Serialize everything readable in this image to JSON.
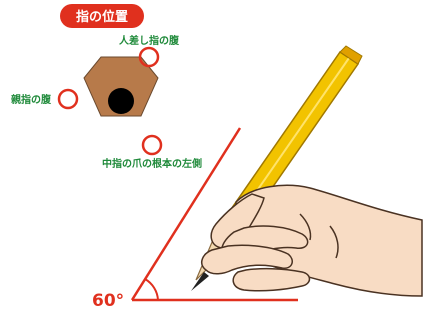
{
  "title": "指の位置",
  "labels": {
    "index_finger_pad": "人差し指の腹",
    "thumb_pad": "親指の腹",
    "middle_finger_nail_base_left": "中指の爪の根本の左側"
  },
  "angle_label": "60°",
  "colors": {
    "title_badge": "#e0301e",
    "label_text": "#1f8a3a",
    "marker_red": "#e0301e",
    "pencil_section": "#b77a4a",
    "pencil_body": "#f2c300",
    "skin": "#f8dcc4"
  }
}
